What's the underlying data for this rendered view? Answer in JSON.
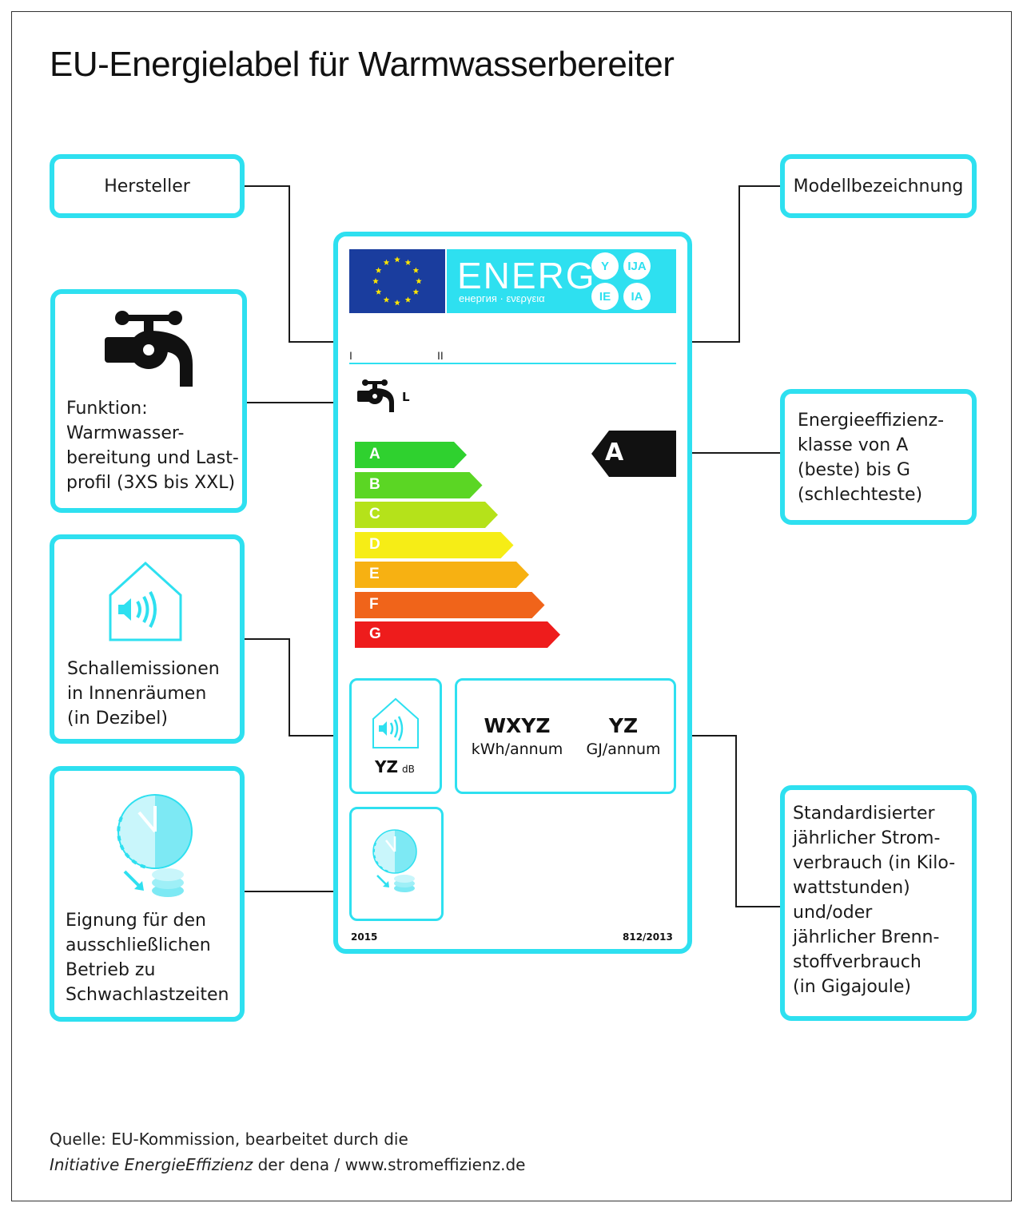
{
  "title": "EU-Energielabel für Warmwasserbereiter",
  "callouts": {
    "hersteller": "Hersteller",
    "modell": "Modellbezeichnung",
    "funktion": "Funktion:\nWarmwasser-\nbereitung und Last-\nprofil (3XS bis XXL)",
    "effizienz": "Energieeffizienz-\nklasse von A\n(beste) bis G\n(schlechteste)",
    "schall": "Schallemissionen\nin Innenräumen\n(in Dezibel)",
    "verbrauch": "Standardisierter\njährlicher Strom-\nverbrauch (in Kilo-\nwattstunden)\nund/oder\njährlicher Brenn-\nstoffverbrauch\n(in Gigajoule)",
    "eignung": "Eignung für den\nausschließlichen\nBetrieb zu\nSchwachlastzeiten"
  },
  "label": {
    "energ": "ENERG",
    "energ_sub": "енергия · ενεργεια",
    "languages": [
      "Y",
      "IJA",
      "IE",
      "IA"
    ],
    "tick_one": "I",
    "tick_two": "II",
    "load_profile": "L",
    "classes": [
      {
        "letter": "A",
        "color": "#2fd12f"
      },
      {
        "letter": "B",
        "color": "#5bd624"
      },
      {
        "letter": "C",
        "color": "#b5e21a"
      },
      {
        "letter": "D",
        "color": "#f6ed16"
      },
      {
        "letter": "E",
        "color": "#f7b112"
      },
      {
        "letter": "F",
        "color": "#f0641a"
      },
      {
        "letter": "G",
        "color": "#ee1c1c"
      }
    ],
    "current_class": "A",
    "noise_value": "YZ",
    "noise_unit": "dB",
    "electricity_value": "WXYZ",
    "electricity_unit": "kWh/annum",
    "fuel_value": "YZ",
    "fuel_unit": "GJ/annum",
    "year": "2015",
    "regulation": "812/2013"
  },
  "footer": {
    "line1": "Quelle: EU-Kommission, bearbeitet durch die",
    "line2_italic": "Initiative EnergieEffizienz",
    "line2_rest": " der dena / www.stromeffizienz.de"
  },
  "colors": {
    "accent": "#2ee0f0",
    "eu_blue": "#1a3d9e",
    "eu_star": "#ffe600"
  }
}
